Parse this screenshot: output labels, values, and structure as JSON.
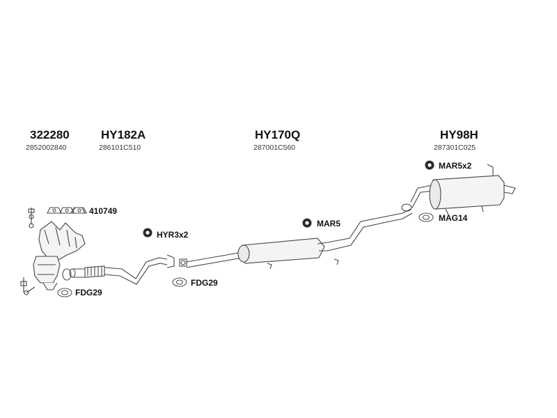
{
  "parts": [
    {
      "code": "322280",
      "oe": "2852002840"
    },
    {
      "code": "HY182A",
      "oe": "286101C510"
    },
    {
      "code": "HY170Q",
      "oe": "287001C560"
    },
    {
      "code": "HY98H",
      "oe": "287301C025"
    }
  ],
  "callouts": {
    "gasket_set": "410749",
    "hanger_hyr": "HYR3x2",
    "fdg_left": "FDG29",
    "fdg_mid": "FDG29",
    "mar_mid": "MAR5",
    "mar_right": "MAR5x2",
    "mag": "MAG14"
  }
}
